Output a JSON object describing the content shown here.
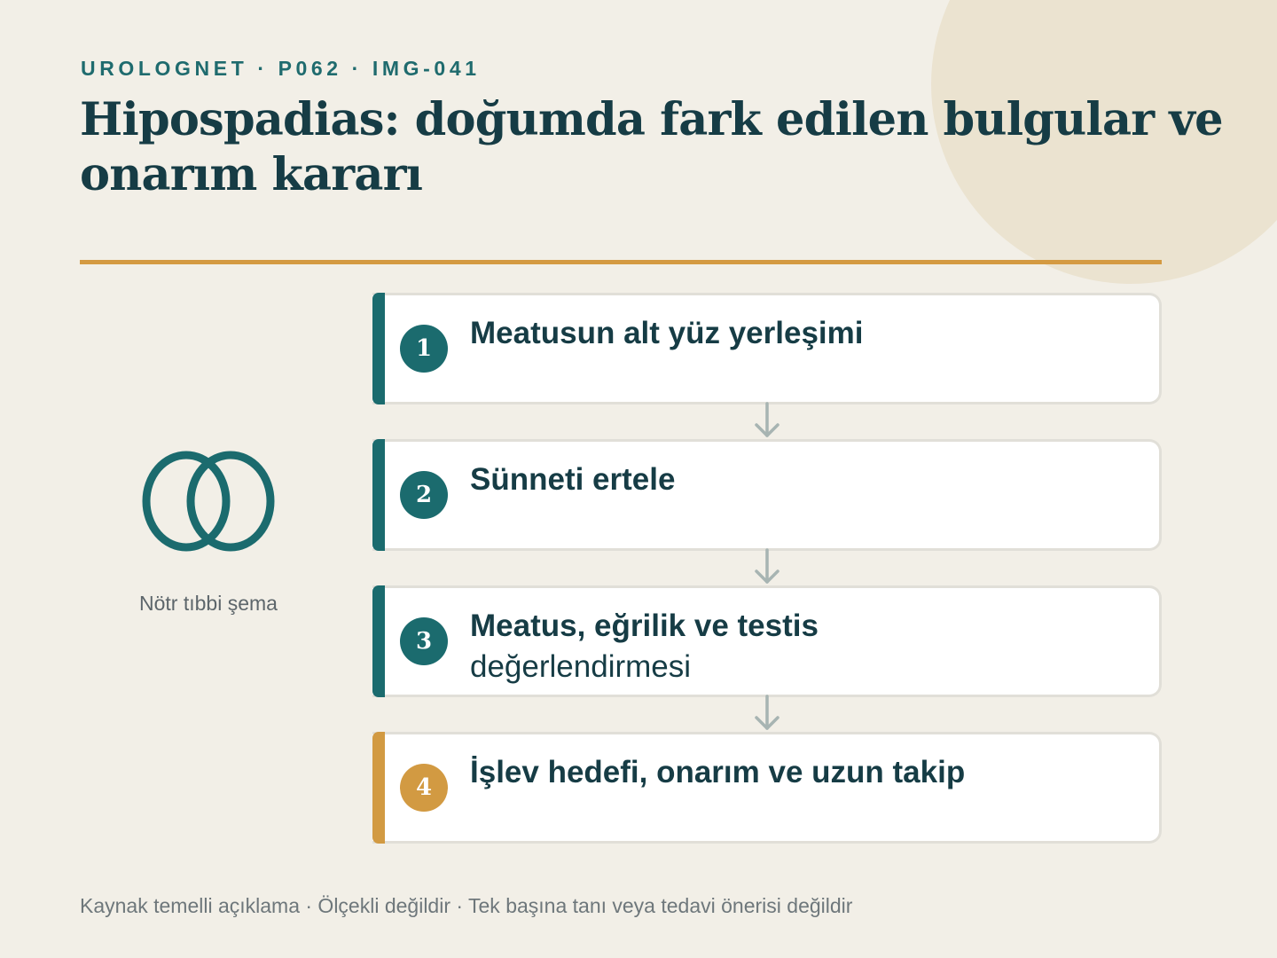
{
  "header": {
    "eyebrow": "UROLOGNET · P062 · IMG-041",
    "title": "Hipospadias: doğumda fark edilen bulgular ve onarım kararı"
  },
  "side_panel": {
    "icon": "interlocking-rings-icon",
    "caption": "Nötr tıbbi şema"
  },
  "steps": [
    {
      "number": "1",
      "label": "Meatusun alt yüz yerleşimi",
      "label_cont": ""
    },
    {
      "number": "2",
      "label": "Sünneti ertele",
      "label_cont": ""
    },
    {
      "number": "3",
      "label": "Meatus, eğrilik ve testis",
      "label_cont": "değerlendirmesi"
    },
    {
      "number": "4",
      "label": "İşlev hedefi, onarım ve uzun takip",
      "label_cont": ""
    }
  ],
  "footer": {
    "note": "Kaynak temelli açıklama · Ölçekli değildir · Tek başına tanı veya tedavi önerisi değildir"
  },
  "colors": {
    "background": "#f2efe7",
    "teal": "#1b6b6e",
    "accent": "#d29a42",
    "title": "#163c45"
  }
}
